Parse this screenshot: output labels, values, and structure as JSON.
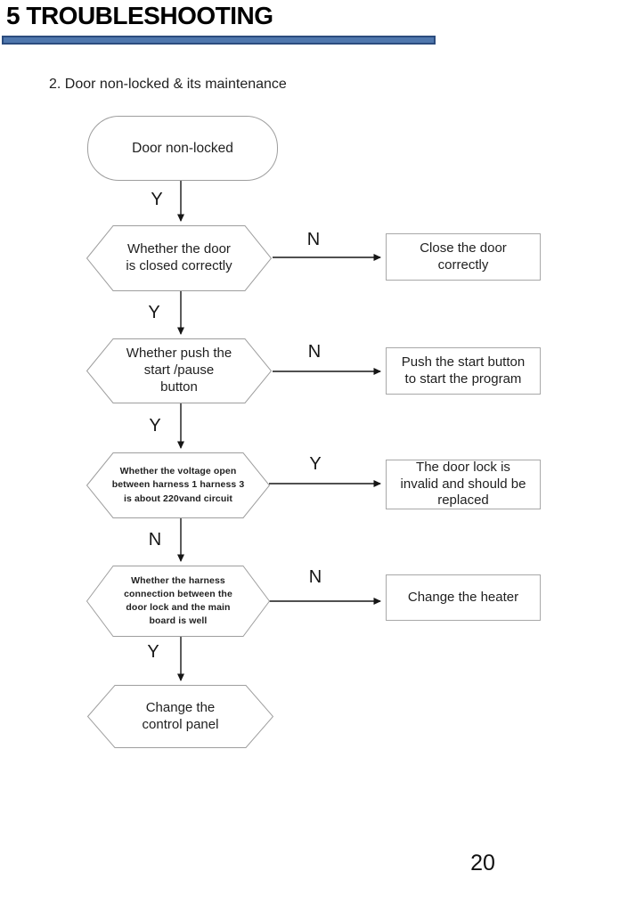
{
  "header": {
    "title": "5 TROUBLESHOOTING",
    "subtitle": "2. Door non-locked & its maintenance"
  },
  "colors": {
    "accent_bar_fill": "#4f77ad",
    "accent_bar_border": "#2b4c7e",
    "shape_border": "#9e9e9e",
    "arrow": "#161616"
  },
  "flowchart": {
    "start": "Door non-locked",
    "steps": [
      {
        "in_label": "Y",
        "question": "Whether the door\nis closed correctly",
        "branch_label": "N",
        "action": "Close the door\ncorrectly"
      },
      {
        "in_label": "Y",
        "question": "Whether push the\nstart /pause\nbutton",
        "branch_label": "N",
        "action": "Push the start button\nto start the program"
      },
      {
        "in_label": "Y",
        "question": "Whether the voltage open\nbetween harness 1 harness 3\nis about 220vand circuit",
        "branch_label": "Y",
        "action": "The door lock is\ninvalid and should be\nreplaced"
      },
      {
        "in_label": "N",
        "question": "Whether the harness\nconnection between the\ndoor lock and the main\nboard is well",
        "branch_label": "N",
        "action": "Change the heater"
      }
    ],
    "end_in_label": "Y",
    "end": "Change the\ncontrol panel"
  },
  "footer": {
    "page_number": "20"
  }
}
